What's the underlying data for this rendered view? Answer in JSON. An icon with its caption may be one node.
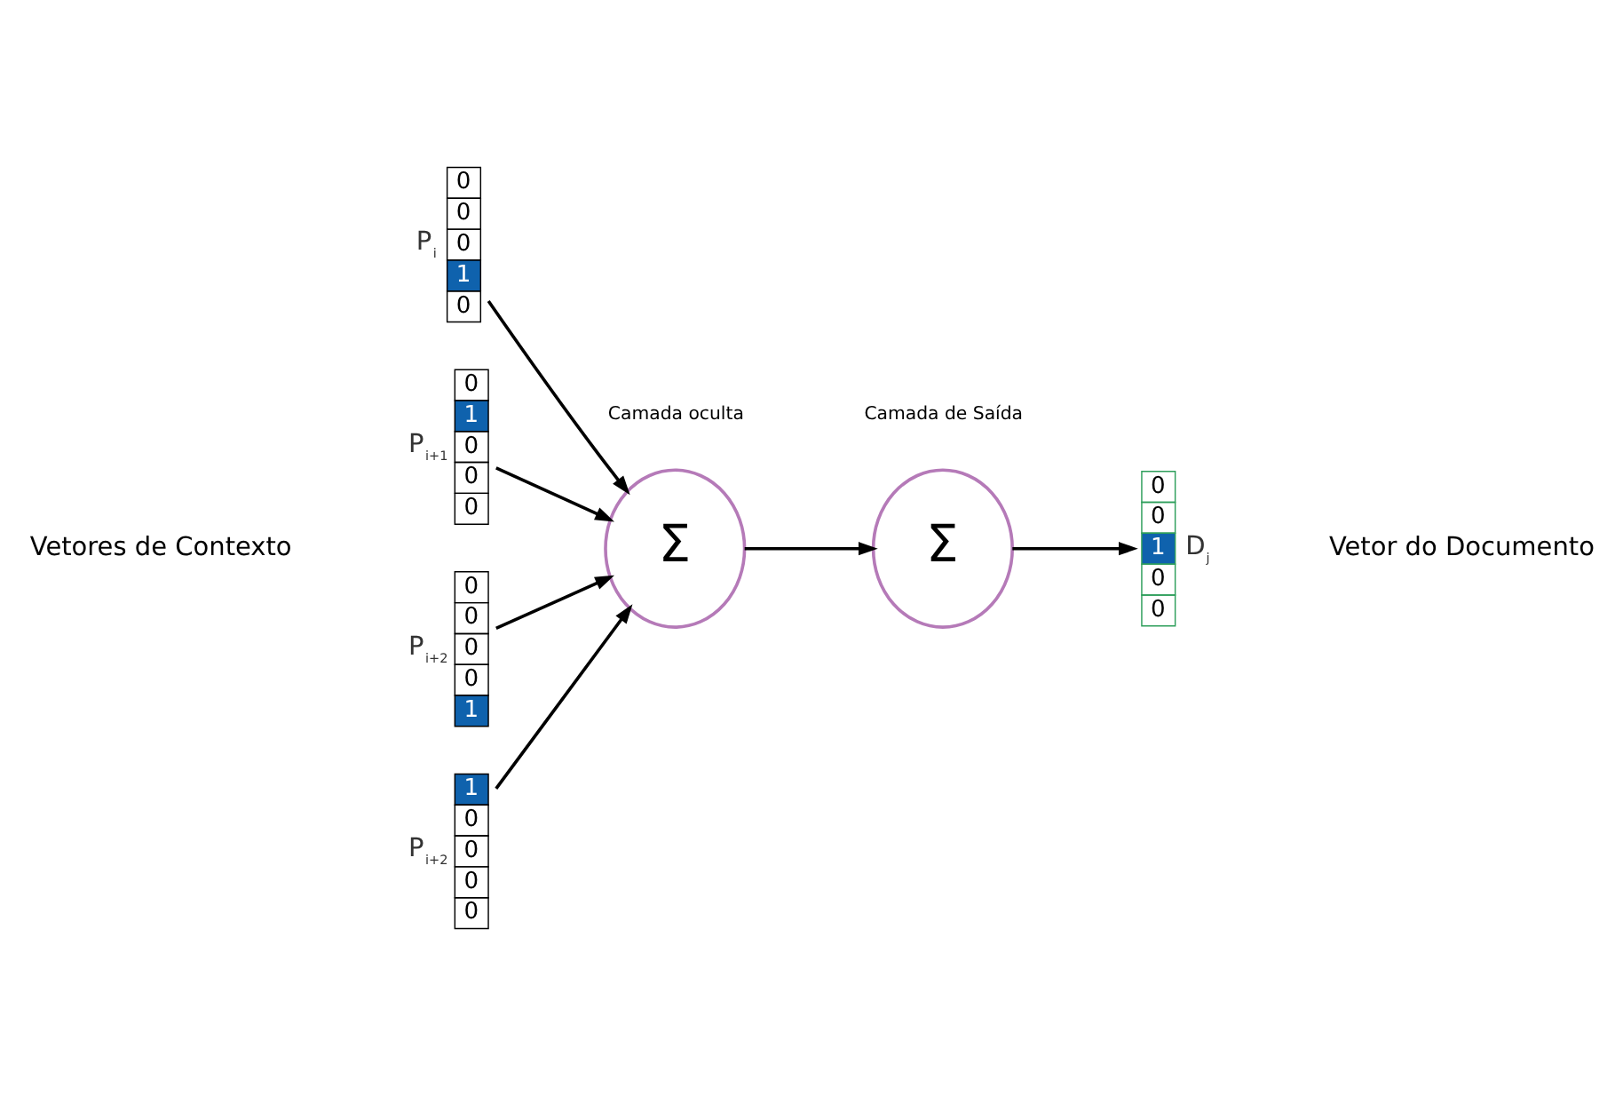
{
  "diagram": {
    "nodes": [
      {
        "text": [
          "0",
          "0",
          "0",
          "1",
          "0"
        ],
        "beside": [
          "P$_{i}$"
        ]
      },
      {
        "text": [
          "0",
          "1",
          "0",
          "0",
          "0"
        ],
        "beside": [
          "P$_{i+1}$"
        ]
      },
      {
        "text": [
          "0",
          "0",
          "0",
          "0",
          "1"
        ],
        "beside": [
          "P$_{i+2}$"
        ]
      },
      {
        "text": [
          "1",
          "0",
          "0",
          "0",
          "0"
        ],
        "beside": [
          "P$_{i+2}$"
        ]
      },
      {
        "text": [
          "Σ"
        ],
        "beside": [
          "Camada oculta"
        ]
      },
      {
        "text": [
          "Σ"
        ],
        "beside": [
          "Camada de Saída"
        ]
      },
      {
        "text": [
          "0",
          "0",
          "1",
          "0",
          "0"
        ],
        "beside": [
          "D$_{j}$"
        ]
      }
    ],
    "edges": [
      {
        "from": 0,
        "to": 4,
        "arrow": "to"
      },
      {
        "from": 1,
        "to": 4,
        "arrow": "to"
      },
      {
        "from": 2,
        "to": 4,
        "arrow": "to"
      },
      {
        "from": 3,
        "to": 4,
        "arrow": "to"
      },
      {
        "from": 4,
        "to": 5,
        "arrow": "to"
      },
      {
        "from": 5,
        "to": 6,
        "arrow": "to"
      }
    ],
    "labels": [
      "Vetores de Contexto",
      "Vetor do Documento"
    ]
  }
}
